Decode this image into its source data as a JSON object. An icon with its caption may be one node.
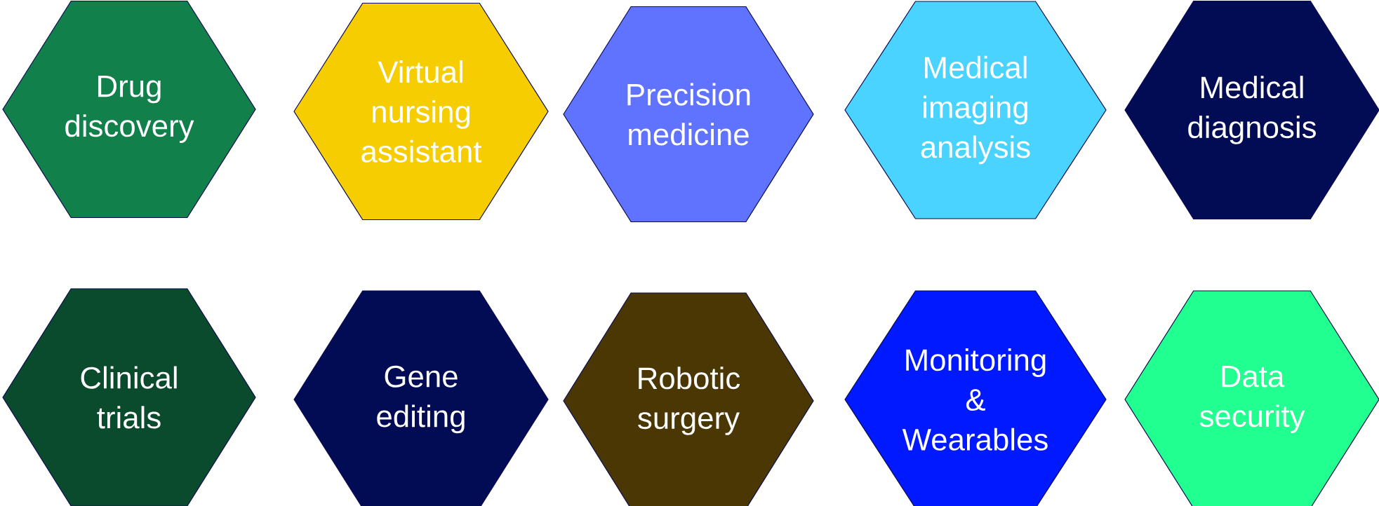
{
  "diagram": {
    "nodes": [
      {
        "text": [
          "Drug discovery"
        ]
      },
      {
        "text": [
          "Virtual nursing assistant"
        ]
      },
      {
        "text": [
          "Precision medicine"
        ]
      },
      {
        "text": [
          "Medical imaging analysis"
        ]
      },
      {
        "text": [
          "Medical diagnosis"
        ]
      },
      {
        "text": [
          "Clinical trials"
        ]
      },
      {
        "text": [
          "Gene editing"
        ]
      },
      {
        "text": [
          "Robotic surgery"
        ]
      },
      {
        "text": [
          "Monitoring & Wearables"
        ]
      },
      {
        "text": [
          "Data security"
        ]
      }
    ]
  }
}
